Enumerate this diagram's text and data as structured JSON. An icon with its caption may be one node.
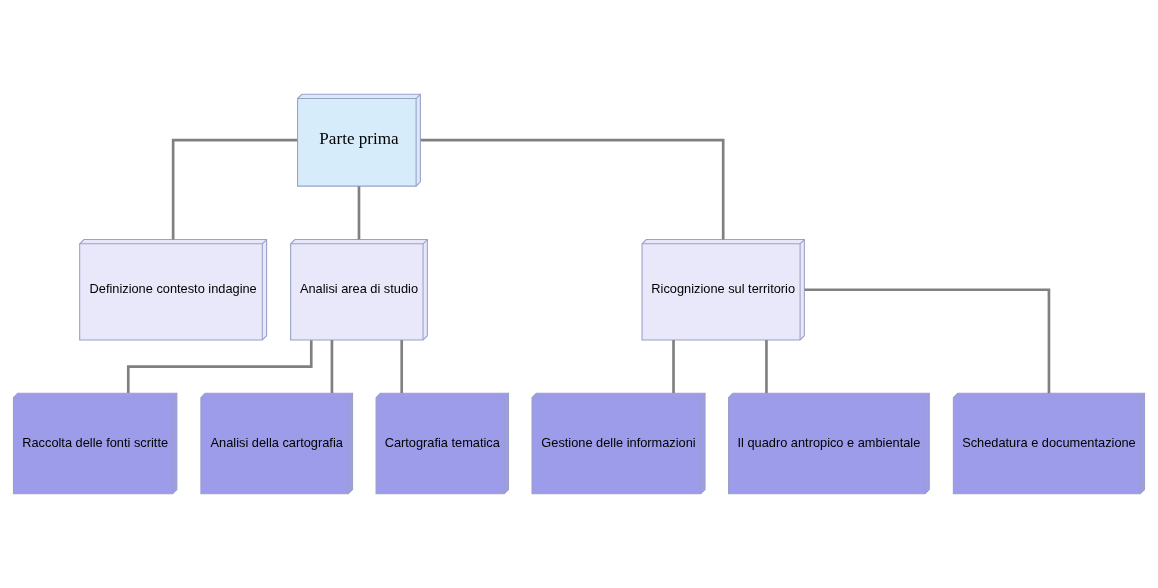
{
  "diagram": {
    "nodes": [
      {
        "text": [
          "Parte prima"
        ]
      },
      {
        "text": [
          "Definizione contesto indagine"
        ]
      },
      {
        "text": [
          "Analisi area di studio"
        ]
      },
      {
        "text": [
          "Ricognizione sul territorio"
        ]
      },
      {
        "text": [
          "Raccolta delle fonti scritte"
        ]
      },
      {
        "text": [
          "Analisi della cartografia"
        ]
      },
      {
        "text": [
          "Cartografia tematica"
        ]
      },
      {
        "text": [
          "Gestione delle informazioni"
        ]
      },
      {
        "text": [
          "Il quadro antropico e ambientale"
        ]
      },
      {
        "text": [
          "Schedatura e documentazione"
        ]
      }
    ],
    "edges": [
      {
        "from": 0,
        "to": 1,
        "arrow": "none"
      },
      {
        "from": 0,
        "to": 2,
        "arrow": "none"
      },
      {
        "from": 0,
        "to": 3,
        "arrow": "none"
      },
      {
        "from": 2,
        "to": 4,
        "arrow": "none"
      },
      {
        "from": 2,
        "to": 5,
        "arrow": "none"
      },
      {
        "from": 2,
        "to": 6,
        "arrow": "none"
      },
      {
        "from": 3,
        "to": 7,
        "arrow": "none"
      },
      {
        "from": 3,
        "to": 8,
        "arrow": "none"
      },
      {
        "from": 3,
        "to": 9,
        "arrow": "none"
      }
    ]
  }
}
